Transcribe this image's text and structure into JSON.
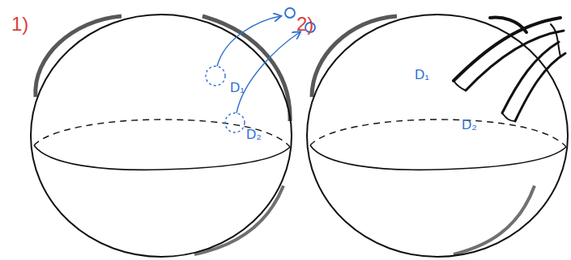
{
  "diagram": {
    "labels": [
      "1)",
      "2)",
      "D₁",
      "D₂",
      "D₁",
      "D₂"
    ]
  }
}
